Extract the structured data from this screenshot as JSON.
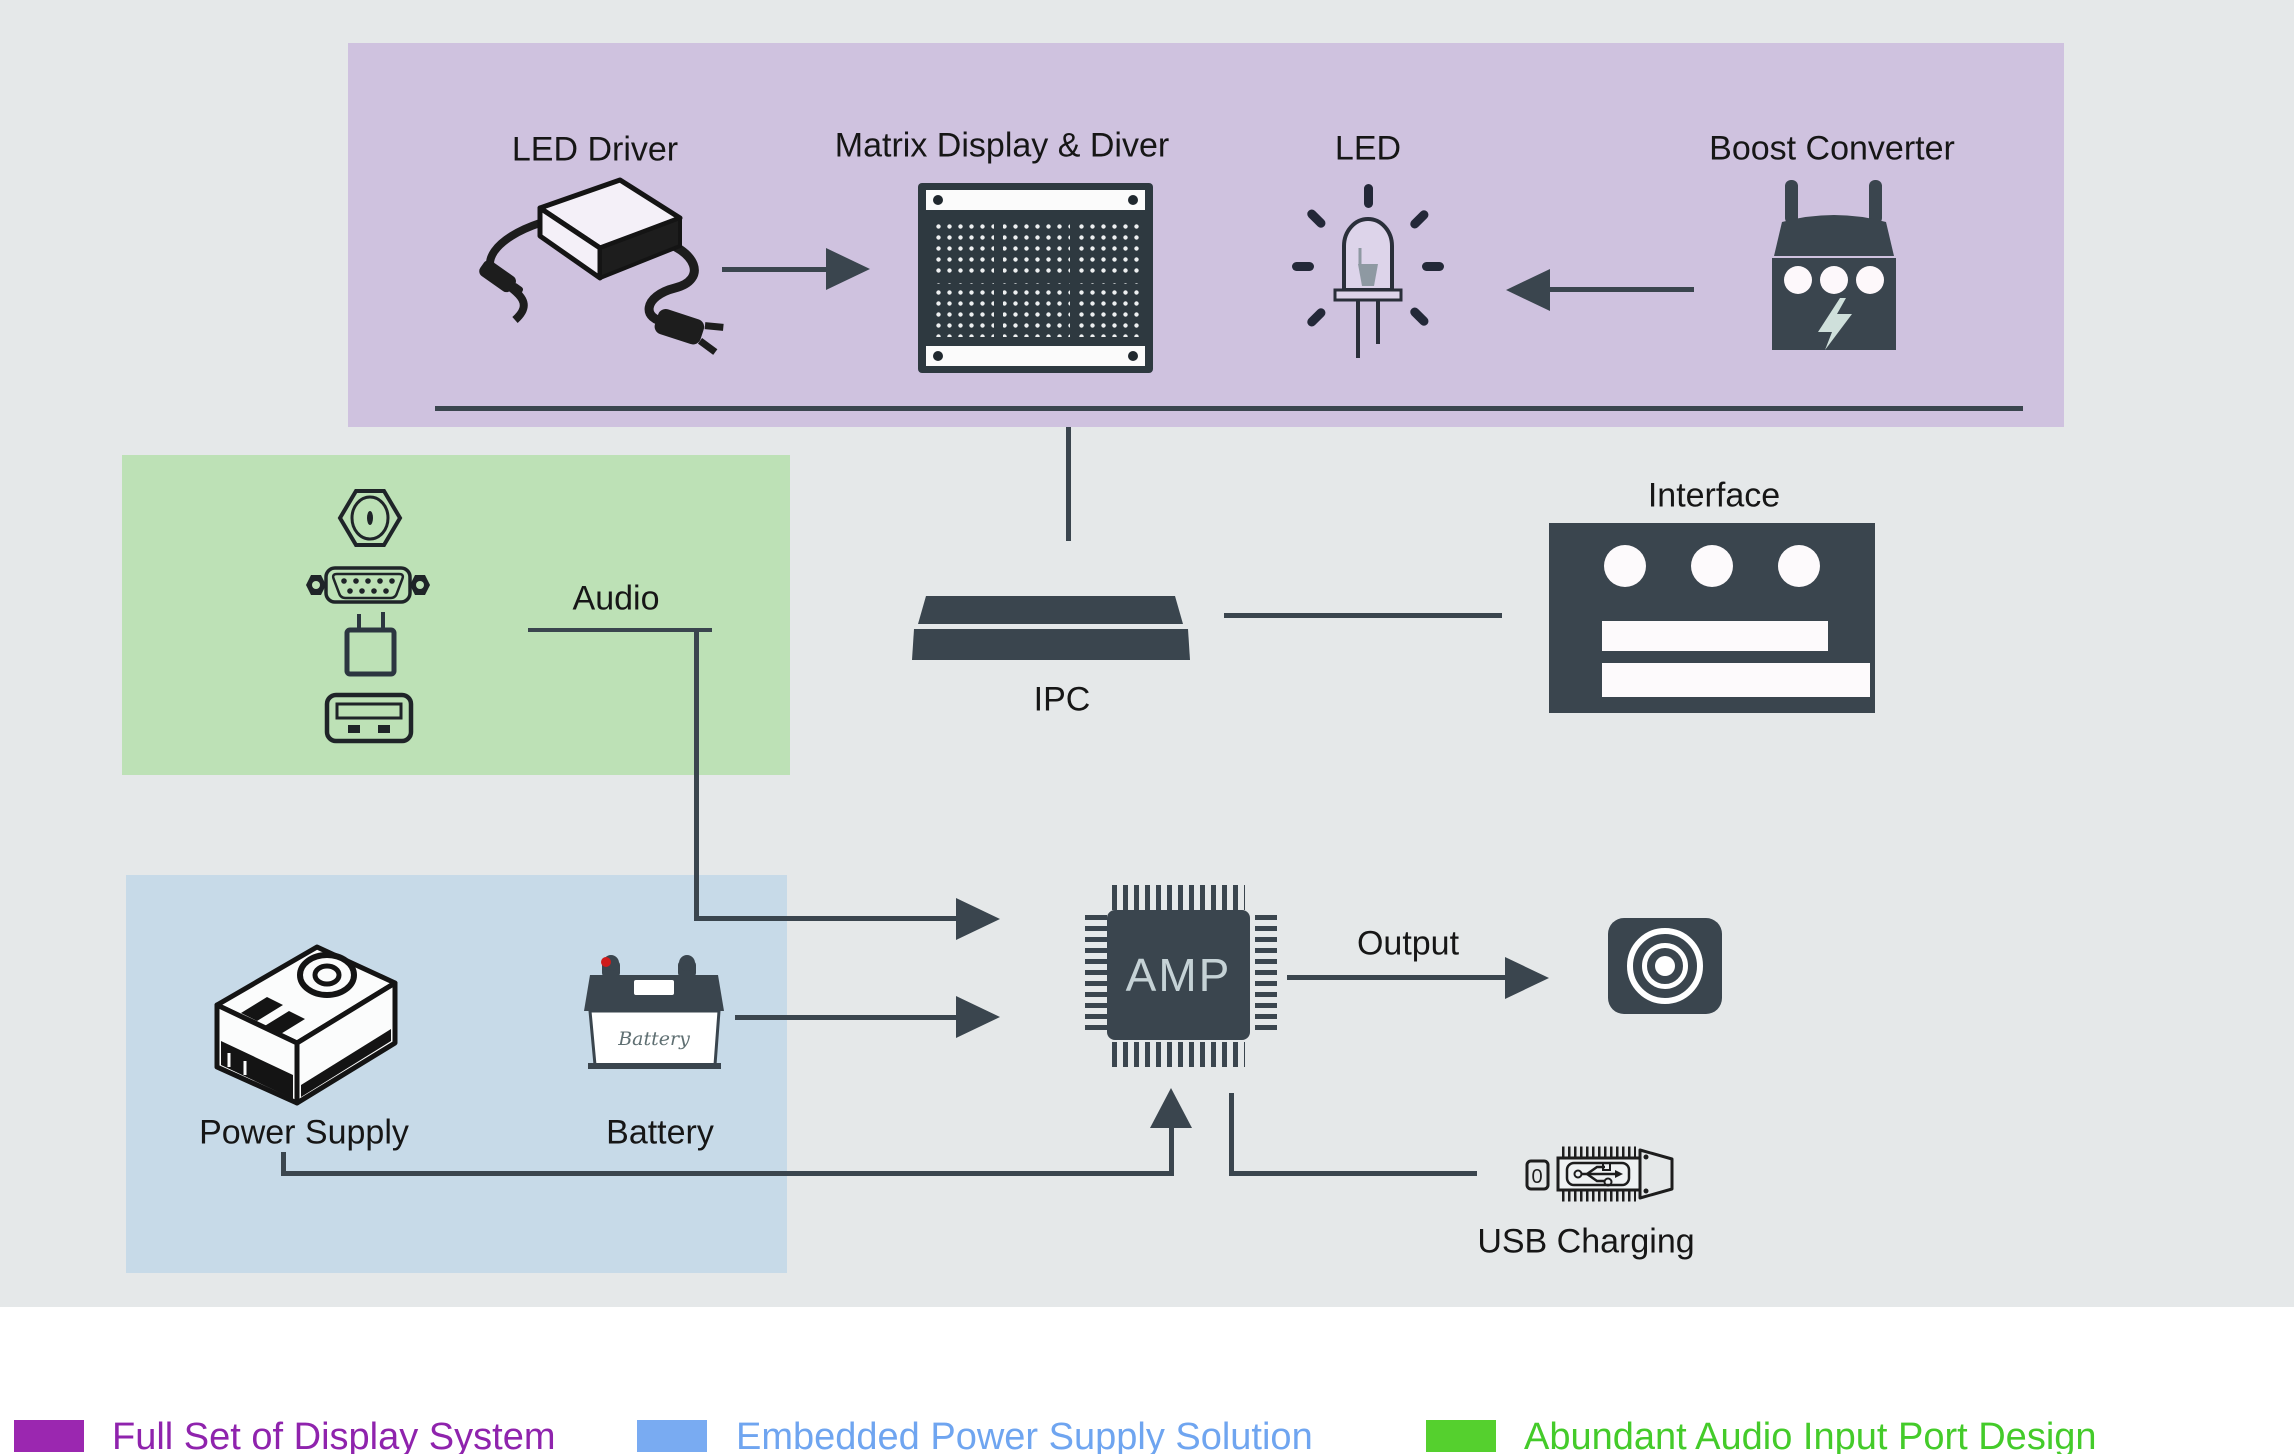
{
  "colors": {
    "background": "#e5e8e9",
    "footer_background": "#ffffff",
    "display_system_panel": "#cfc2df",
    "audio_panel": "#bde1b6",
    "power_panel": "#c7dae8",
    "connector_dark": "#3a454e",
    "legend_purple_swatch": "#9b27b0",
    "legend_blue_swatch": "#79abf2",
    "legend_green_swatch": "#55d02e"
  },
  "display_system": {
    "led_driver": "LED Driver",
    "matrix_display": "Matrix Display & Diver",
    "led": "LED",
    "boost_converter": "Boost Converter"
  },
  "audio_section": {
    "title": "Audio"
  },
  "center": {
    "ipc": "IPC",
    "interface": "Interface",
    "amp": "AMP",
    "output": "Output",
    "usb_charging": "USB Charging"
  },
  "power_section": {
    "power_supply": "Power Supply",
    "battery": "Battery",
    "battery_icon_text": "Battery",
    "usb_plug_text": "0"
  },
  "legend": {
    "items": [
      {
        "label": "Full Set of Display System",
        "color": "#9b27b0"
      },
      {
        "label": "Embedded Power Supply Solution",
        "color": "#79abf2"
      },
      {
        "label": "Abundant Audio Input Port Design",
        "color": "#55d02e"
      }
    ]
  }
}
